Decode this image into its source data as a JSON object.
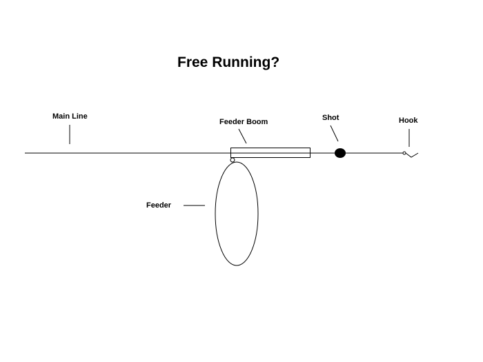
{
  "diagram": {
    "title": "Free Running?",
    "labels": {
      "main_line": "Main Line",
      "feeder_boom": "Feeder Boom",
      "shot": "Shot",
      "hook": "Hook",
      "feeder": "Feeder"
    },
    "colors": {
      "background": "#ffffff",
      "ink": "#000000"
    }
  }
}
